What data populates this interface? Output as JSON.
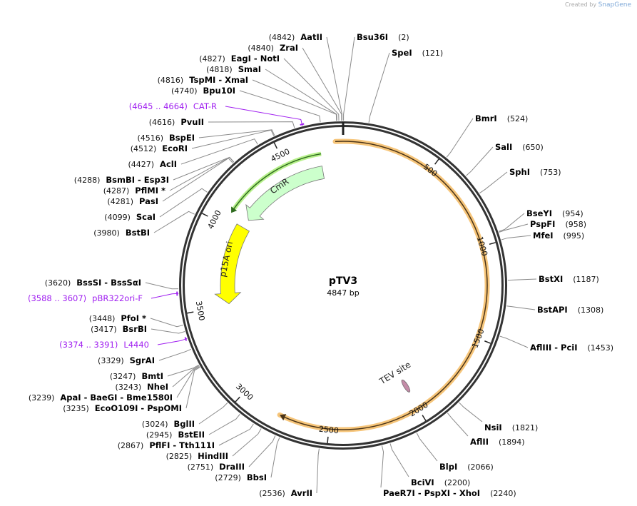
{
  "logo": {
    "prefix": "Created by",
    "brand": "SnapGene"
  },
  "plasmid": {
    "name": "pTV3",
    "length_label": "4847 bp",
    "length": 4847
  },
  "ticks": [
    500,
    1000,
    1500,
    2000,
    2500,
    3000,
    3500,
    4000,
    4500
  ],
  "enzymes_left": [
    {
      "name": "AatII",
      "pos": 4842
    },
    {
      "name": "ZraI",
      "pos": 4840
    },
    {
      "name": "EagI  - NotI",
      "pos": 4827
    },
    {
      "name": "SmaI",
      "pos": 4818
    },
    {
      "name": "TspMI  - XmaI",
      "pos": 4816
    },
    {
      "name": "Bpu10I",
      "pos": 4740
    },
    {
      "name": "PvuII",
      "pos": 4616
    },
    {
      "name": "BspEI",
      "pos": 4516
    },
    {
      "name": "EcoRI",
      "pos": 4512
    },
    {
      "name": "AclI",
      "pos": 4427
    },
    {
      "name": "BsmBI  - Esp3I",
      "pos": 4288
    },
    {
      "name": "PflMI *",
      "pos": 4287
    },
    {
      "name": "PasI",
      "pos": 4281
    },
    {
      "name": "ScaI",
      "pos": 4099
    },
    {
      "name": "BstBI",
      "pos": 3980
    },
    {
      "name": "BssSI  - BssSαI",
      "pos": 3620
    },
    {
      "name": "PfoI *",
      "pos": 3448
    },
    {
      "name": "BsrBI",
      "pos": 3417
    },
    {
      "name": "SgrAI",
      "pos": 3329
    },
    {
      "name": "BmtI",
      "pos": 3247
    },
    {
      "name": "NheI",
      "pos": 3243
    },
    {
      "name": "ApaI  - BaeGI  - Bme1580I",
      "pos": 3239
    },
    {
      "name": "EcoO109I  - PspOMI",
      "pos": 3235
    },
    {
      "name": "BglII",
      "pos": 3024
    },
    {
      "name": "BstEII",
      "pos": 2945
    },
    {
      "name": "PflFI  - Tth111I",
      "pos": 2867
    },
    {
      "name": "HindIII",
      "pos": 2825
    },
    {
      "name": "DraIII",
      "pos": 2751
    },
    {
      "name": "BbsI",
      "pos": 2729
    },
    {
      "name": "AvrII",
      "pos": 2536
    }
  ],
  "enzymes_right": [
    {
      "name": "Bsu36I",
      "pos": 2
    },
    {
      "name": "SpeI",
      "pos": 121
    },
    {
      "name": "BmrI",
      "pos": 524
    },
    {
      "name": "SalI",
      "pos": 650
    },
    {
      "name": "SphI",
      "pos": 753
    },
    {
      "name": "BseYI",
      "pos": 954
    },
    {
      "name": "PspFI",
      "pos": 958
    },
    {
      "name": "MfeI",
      "pos": 995
    },
    {
      "name": "BstXI",
      "pos": 1187
    },
    {
      "name": "BstAPI",
      "pos": 1308
    },
    {
      "name": "AflIII  - PciI",
      "pos": 1453
    },
    {
      "name": "NsiI",
      "pos": 1821
    },
    {
      "name": "AflII",
      "pos": 1894
    },
    {
      "name": "BlpI",
      "pos": 2066
    },
    {
      "name": "BciVI",
      "pos": 2200
    },
    {
      "name": "PaeR7I  - PspXI  - XhoI",
      "pos": 2240
    }
  ],
  "primers": [
    {
      "name": "CAT-R",
      "range": "(4645 .. 4664)",
      "start": 4645,
      "end": 4664
    },
    {
      "name": "pBR322ori-F",
      "range": "(3588 .. 3607)",
      "start": 3588,
      "end": 3607
    },
    {
      "name": "L4440",
      "range": "(3374 .. 3391)",
      "start": 3374,
      "end": 3391
    }
  ],
  "features": {
    "orange_arc": {
      "start": 4805,
      "end": 2775,
      "direction": "clockwise",
      "color": "#f6c57a"
    },
    "cmr": {
      "label": "CmR",
      "start": 4712,
      "end": 4100,
      "direction": "counterclockwise",
      "color": "#ccffcc"
    },
    "cmr_line": {
      "start": 4719,
      "end": 4079,
      "direction": "counterclockwise",
      "color": "#2f6b1f"
    },
    "p15a": {
      "label": "p15A ori",
      "start": 4040,
      "end": 3513,
      "direction": "counterclockwise",
      "color": "#ffff00"
    },
    "tev": {
      "label": "TEV site",
      "pos": 1993,
      "color": "#c48ca8"
    }
  },
  "colors": {
    "primer": "#a020f0",
    "backbone": "#333333"
  }
}
